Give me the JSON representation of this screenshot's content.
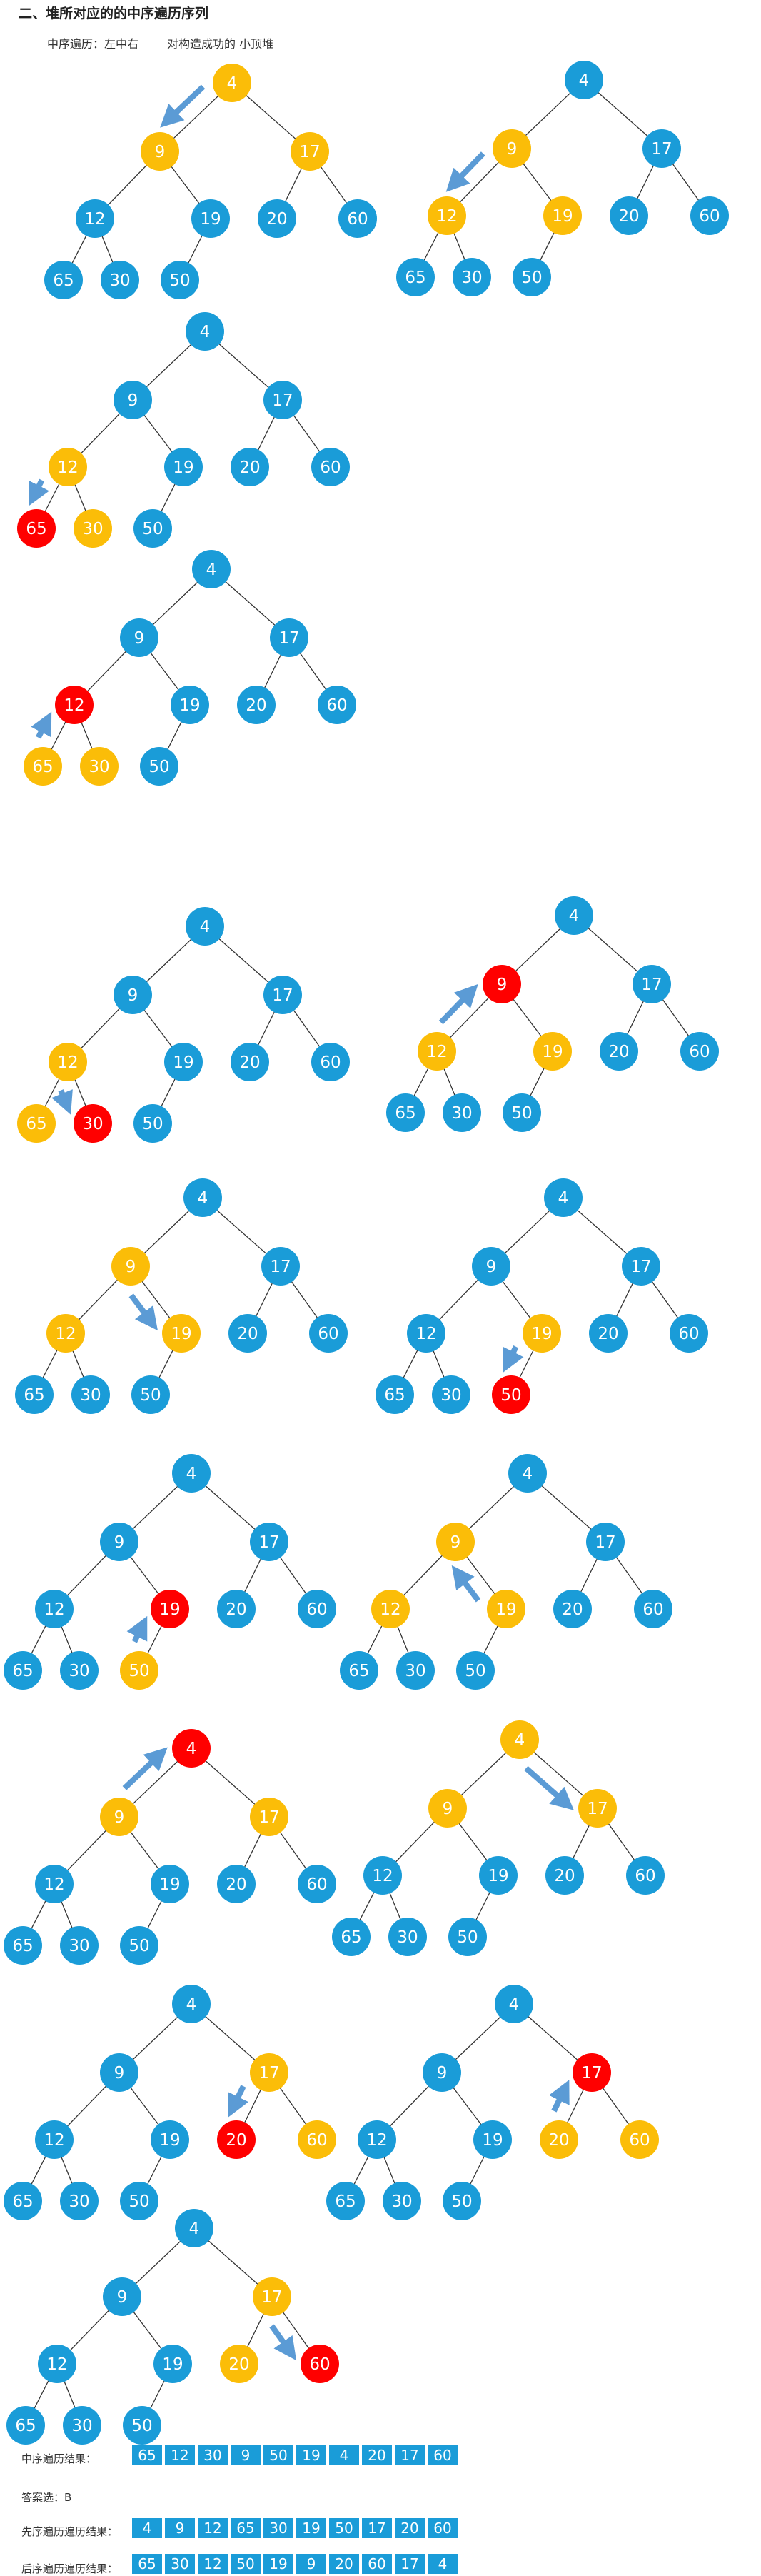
{
  "title": "二、堆所对应的的中序遍历序列",
  "subtitle": {
    "left": "中序遍历：左中右",
    "right": "对构造成功的 小顶堆"
  },
  "colors": {
    "normal": "#1a9cd8",
    "active": "#fbbd08",
    "swap": "#ff0000",
    "arrow": "#5b9bd5",
    "edge": "#333333"
  },
  "tree": {
    "nodes": [
      "4",
      "9",
      "17",
      "12",
      "19",
      "20",
      "60",
      "65",
      "30",
      "50"
    ],
    "edges": [
      [
        0,
        1
      ],
      [
        0,
        2
      ],
      [
        1,
        3
      ],
      [
        1,
        4
      ],
      [
        2,
        5
      ],
      [
        2,
        6
      ],
      [
        3,
        7
      ],
      [
        3,
        8
      ],
      [
        4,
        9
      ]
    ]
  },
  "steps": [
    {
      "yellow": [
        0,
        1,
        2
      ],
      "red": [],
      "arrow": "0-1"
    },
    {
      "yellow": [
        1,
        3,
        4
      ],
      "red": [],
      "arrow": "1-3"
    },
    {
      "yellow": [
        3,
        8
      ],
      "red": [
        7
      ],
      "arrow": "3-7"
    },
    {
      "yellow": [
        7,
        8
      ],
      "red": [
        3
      ],
      "arrow": "7-3"
    },
    {
      "yellow": [
        3,
        7
      ],
      "red": [
        8
      ],
      "arrow": "3-8"
    },
    {
      "yellow": [
        3,
        4
      ],
      "red": [
        1
      ],
      "arrow": "3-1"
    },
    {
      "yellow": [
        1,
        3,
        4
      ],
      "red": [],
      "arrow": "1-4"
    },
    {
      "yellow": [
        4
      ],
      "red": [
        9
      ],
      "arrow": "4-9"
    },
    {
      "yellow": [
        9
      ],
      "red": [
        4
      ],
      "arrow": "9-4"
    },
    {
      "yellow": [
        1,
        3,
        4
      ],
      "red": [],
      "arrow": "4-1"
    },
    {
      "yellow": [
        1,
        2
      ],
      "red": [
        0
      ],
      "arrow": "1-0"
    },
    {
      "yellow": [
        0,
        1,
        2
      ],
      "red": [],
      "arrow": "0-2"
    },
    {
      "yellow": [
        2,
        6
      ],
      "red": [
        5
      ],
      "arrow": "2-5"
    },
    {
      "yellow": [
        5,
        6
      ],
      "red": [
        2
      ],
      "arrow": "5-2"
    },
    {
      "yellow": [
        2,
        5
      ],
      "red": [
        6
      ],
      "arrow": "2-6"
    }
  ],
  "results": {
    "inorder_label": "中序遍历结果：",
    "inorder": [
      "65",
      "12",
      "30",
      "9",
      "50",
      "19",
      "4",
      "20",
      "17",
      "60"
    ],
    "answer": "答案选：B",
    "preorder_label": "先序遍历遍历结果：",
    "preorder": [
      "4",
      "9",
      "12",
      "65",
      "30",
      "19",
      "50",
      "17",
      "20",
      "60"
    ],
    "postorder_label": "后序遍历遍历结果：",
    "postorder": [
      "65",
      "30",
      "12",
      "50",
      "19",
      "9",
      "20",
      "60",
      "17",
      "4"
    ]
  }
}
